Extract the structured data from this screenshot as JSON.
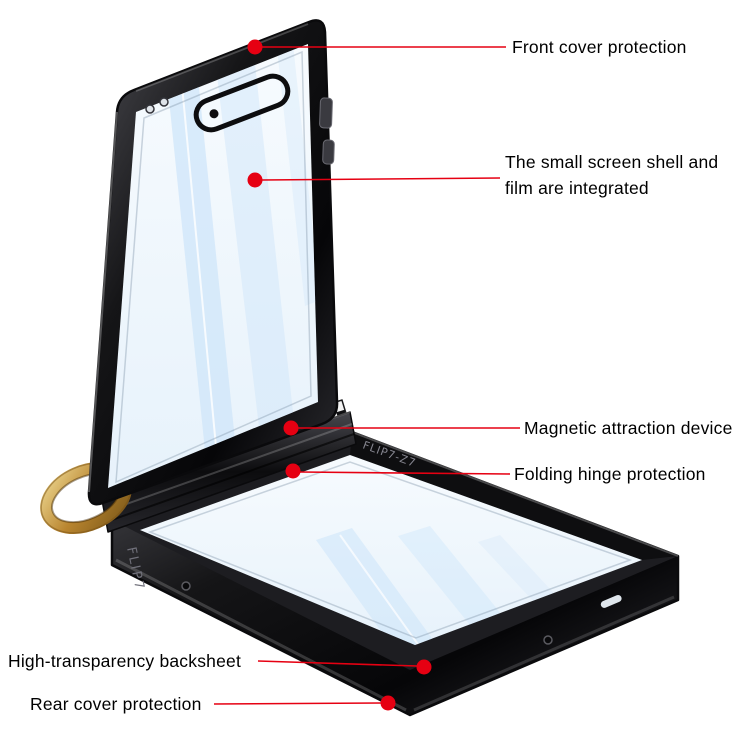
{
  "callouts": [
    {
      "id": "front-cover",
      "label": "Front cover protection"
    },
    {
      "id": "screen-shell",
      "label": "The small screen shell and film are integrated"
    },
    {
      "id": "magnetic",
      "label": "Magnetic attraction device"
    },
    {
      "id": "hinge",
      "label": "Folding hinge protection"
    },
    {
      "id": "backsheet",
      "label": "High-transparency backsheet"
    },
    {
      "id": "rear-cover",
      "label": "Rear cover protection"
    }
  ],
  "engravings": {
    "side_text": "FLIP7",
    "hinge_text": "FLIP7-Z7"
  },
  "colors": {
    "callout_red": "#e60012",
    "label_text": "#000000",
    "case_black": "#121214",
    "ring_gold": "#c2913c",
    "glass_blue": "#d8edfb",
    "background": "#ffffff"
  }
}
